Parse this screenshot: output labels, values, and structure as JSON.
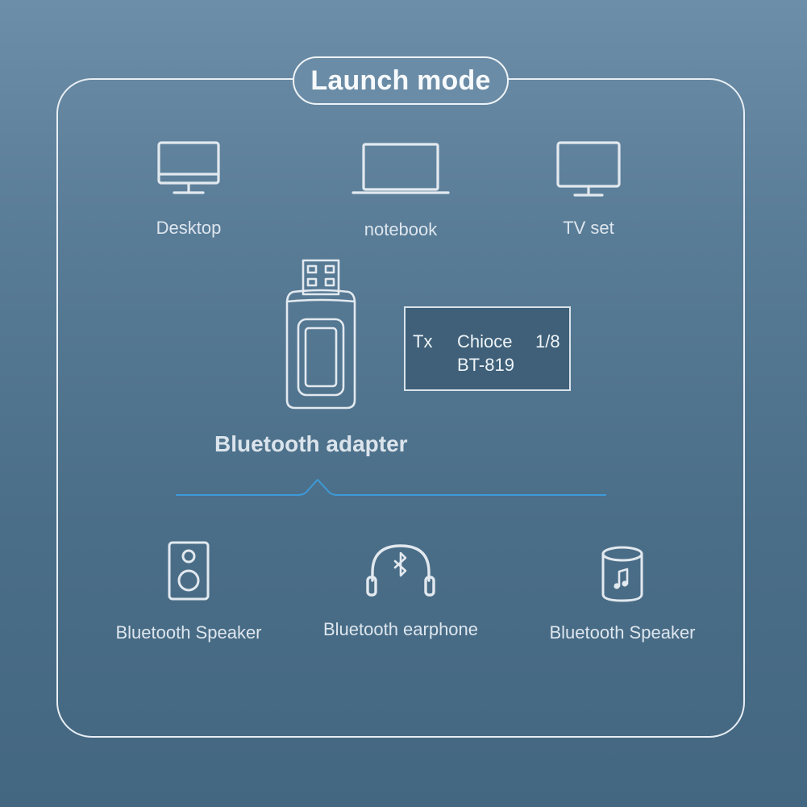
{
  "title": "Launch mode",
  "source_devices": [
    {
      "label": "Desktop",
      "icon": "desktop-icon"
    },
    {
      "label": "notebook",
      "icon": "laptop-icon"
    },
    {
      "label": "TV set",
      "icon": "tv-icon"
    }
  ],
  "adapter": {
    "label": "Bluetooth adapter",
    "icon": "usb-adapter-icon",
    "display": {
      "mode": "Tx",
      "status": "Chioce",
      "index": "1/8",
      "device": "BT-819"
    }
  },
  "target_devices": [
    {
      "label": "Bluetooth Speaker",
      "icon": "speaker-icon"
    },
    {
      "label": "Bluetooth earphone",
      "icon": "headphones-bluetooth-icon"
    },
    {
      "label": "Bluetooth Speaker",
      "icon": "cylinder-speaker-music-icon"
    }
  ],
  "colors": {
    "background_top": "#6d8ea8",
    "background_bottom": "#446781",
    "frame": "#e7eef4",
    "divider": "#3d9ad9",
    "text": "#dde6ee"
  }
}
